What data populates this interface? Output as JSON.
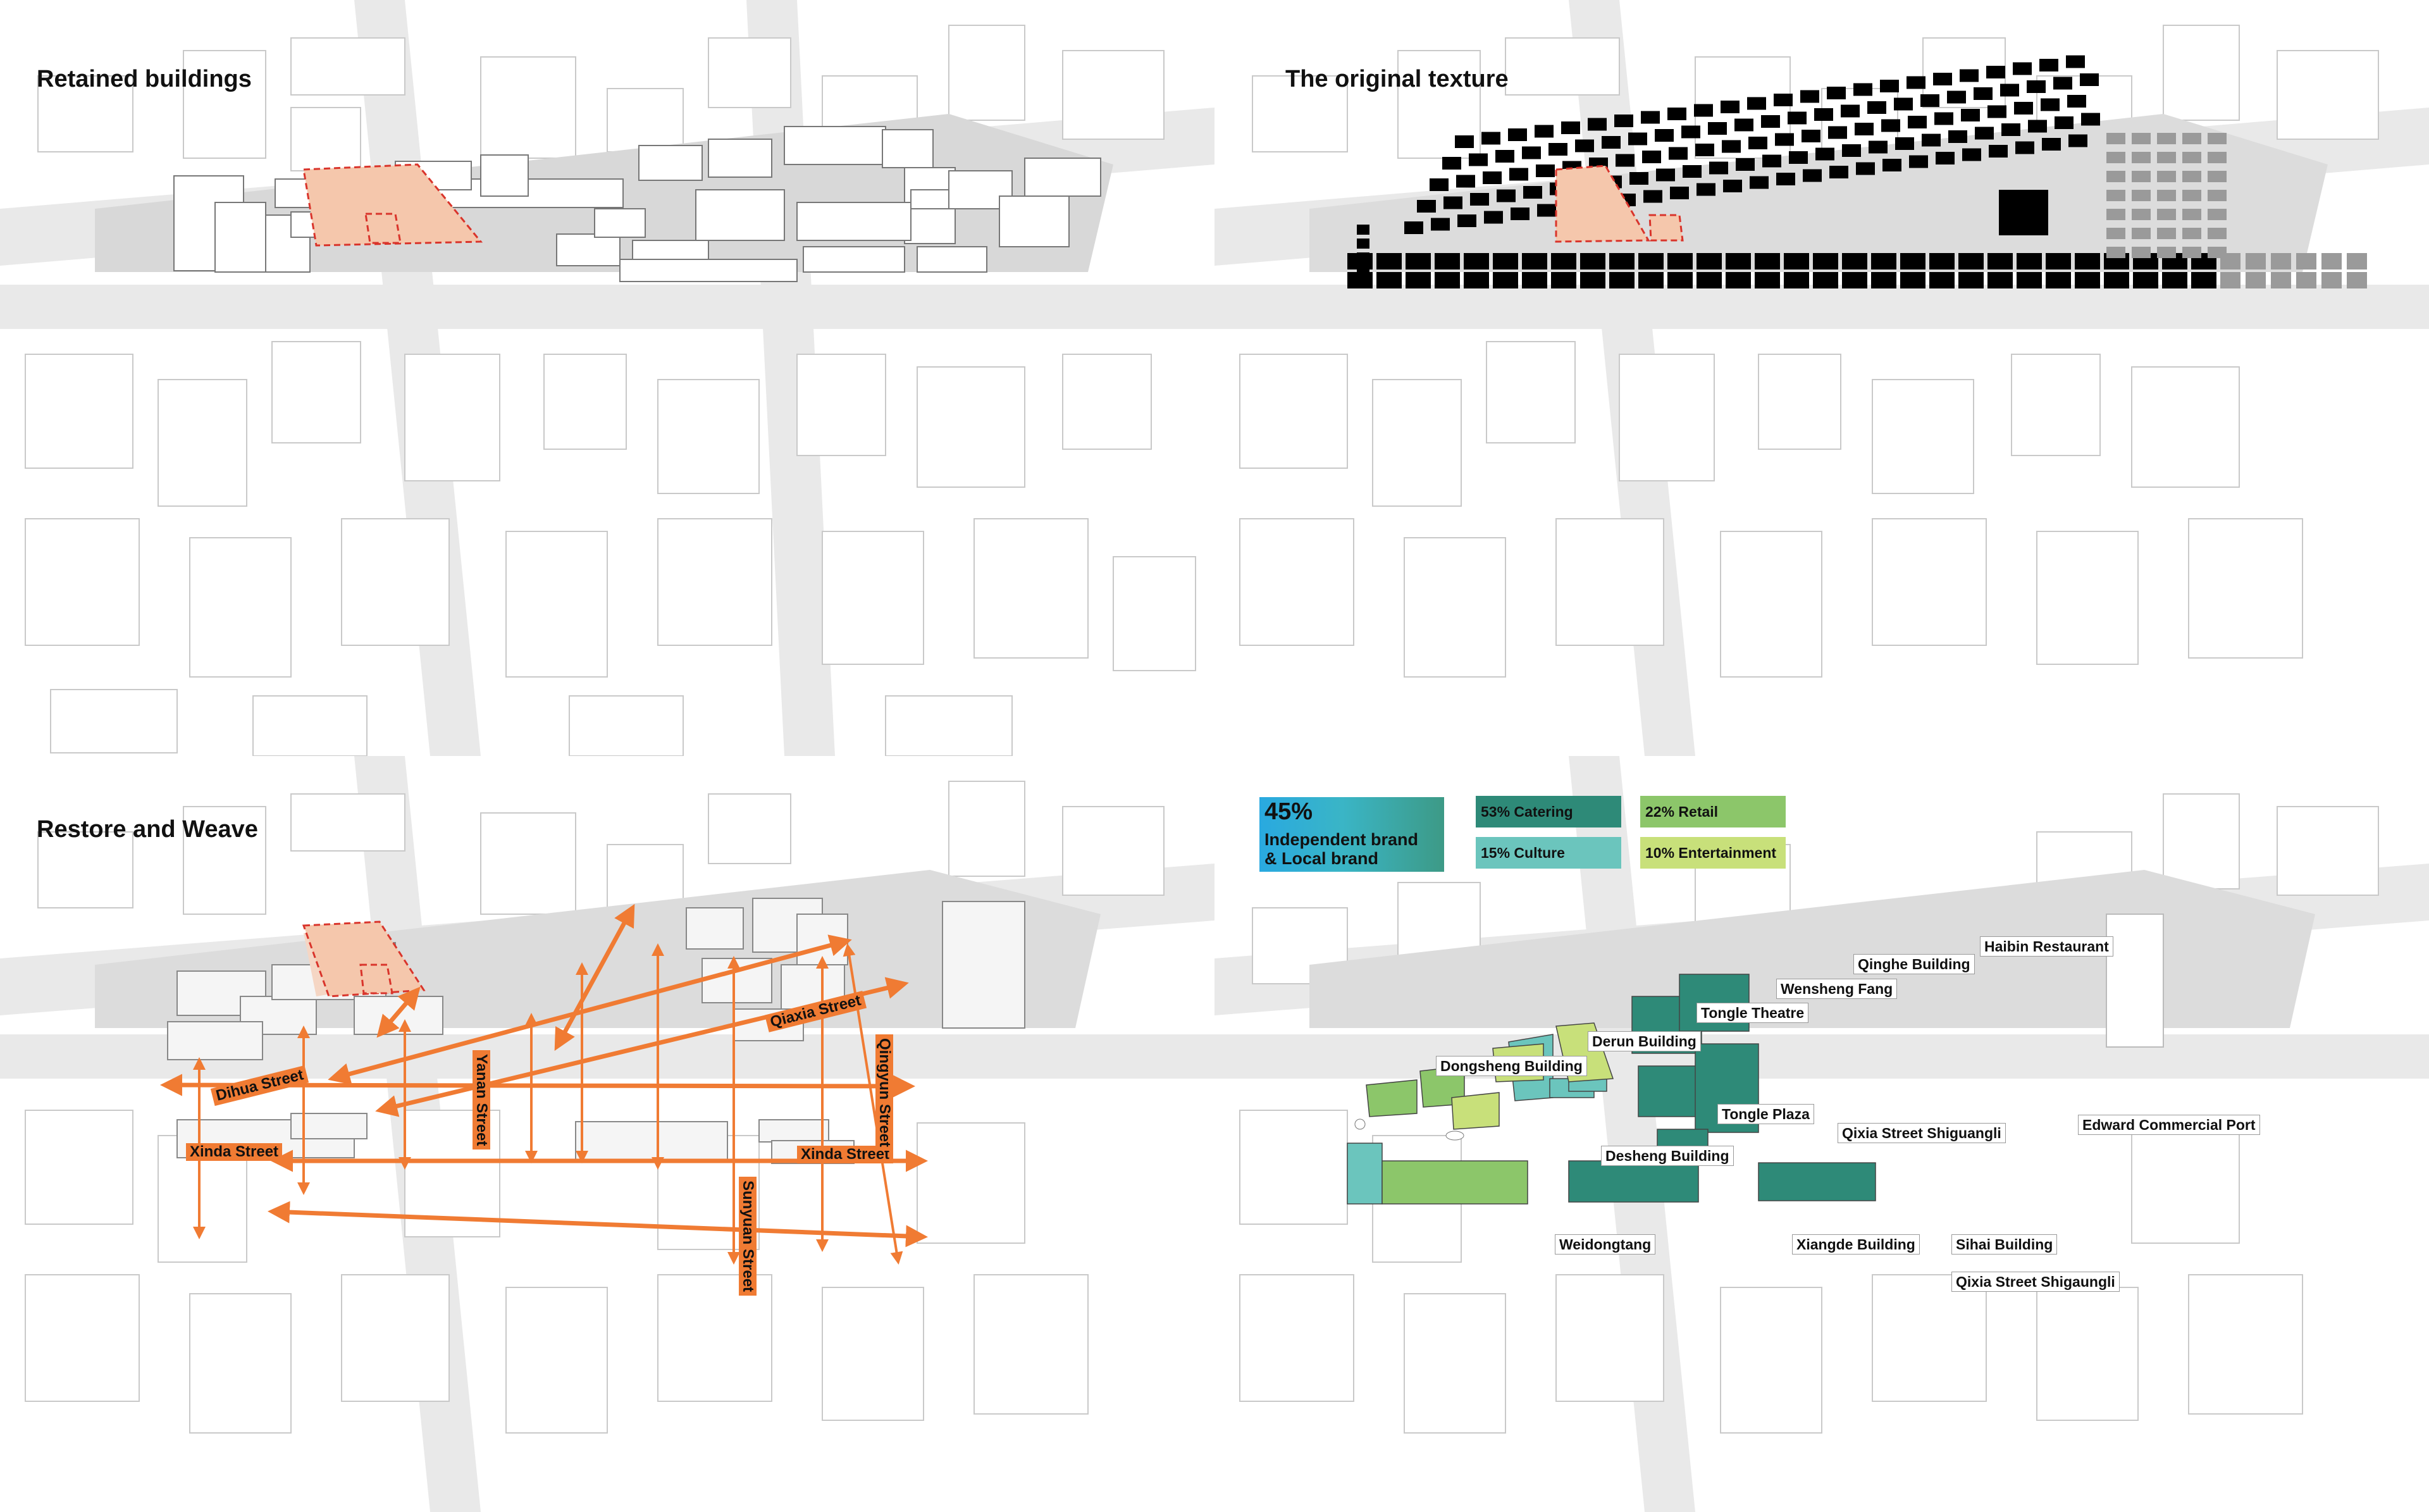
{
  "panels": {
    "retained": {
      "title": "Retained buildings"
    },
    "texture": {
      "title": "The original texture"
    },
    "restore": {
      "title": "Restore and Weave",
      "streets": {
        "yanan": "Yanan Street",
        "dihua": "Dihua Street",
        "xinda_left": "Xinda Street",
        "xinda_right": "Xinda Street",
        "qiaxia": "Qiaxia Street",
        "qingyun": "Qingyun Street",
        "sunyuan": "Sunyuan Street"
      }
    },
    "brands": {
      "legend": {
        "main_pct": "45%",
        "main_line1": "Independent brand",
        "main_line2": "&  Local brand",
        "catering": "53%  Catering",
        "culture": "15%  Culture",
        "retail": "22%  Retail",
        "entertainment": "10%  Entertainment"
      },
      "labels": {
        "haibin": "Haibin Restaurant",
        "qinghe": "Qinghe Building",
        "wensheng": "Wensheng Fang",
        "tongle_theatre": "Tongle Theatre",
        "derun": "Derun Building",
        "dongsheng": "Dongsheng Building",
        "tongle_plaza": "Tongle Plaza",
        "qixia_shiguangli": "Qixia Street Shiguangli",
        "edward": "Edward Commercial Port",
        "desheng": "Desheng Building",
        "weidongtang": "Weidongtang",
        "xiangde": "Xiangde Building",
        "sihai": "Sihai Building",
        "qixia_shigaungli": "Qixia Street Shigaungli"
      }
    }
  },
  "colors": {
    "accent_orange": "#f07b33",
    "retained_highlight": "#f5c7ac",
    "dashed_red": "#d9342b",
    "catering": "#2e8a78",
    "culture": "#6bc5bd",
    "retail": "#8cc66a",
    "entertainment": "#c8e07a",
    "texture_black": "#000000"
  }
}
